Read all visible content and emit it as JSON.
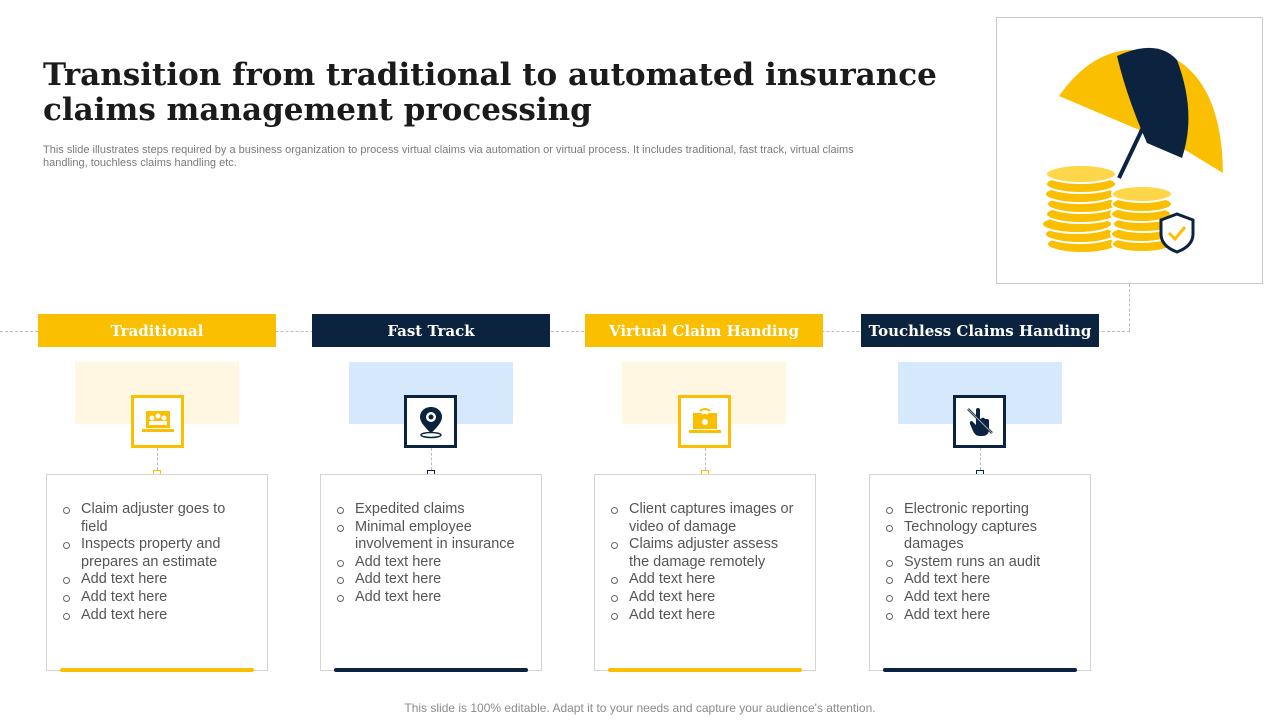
{
  "slide": {
    "title": "Transition from traditional to automated insurance claims management processing",
    "subtitle": "This slide illustrates steps required by a business organization to process virtual claims via automation or virtual process. It includes traditional, fast track, virtual claims handling, touchless claims handling etc.",
    "footer": "This slide is 100% editable. Adapt it to your needs and capture your audience's attention."
  },
  "colors": {
    "accent_yellow": "#f9bf00",
    "accent_navy": "#0c2340",
    "tint_cream": "#fff7e1",
    "tint_blue": "#d6e8fb"
  },
  "hero": {
    "icon": "umbrella-over-coins-with-shield-icon"
  },
  "stages": [
    {
      "title": "Traditional",
      "color": "yellow",
      "icon": "laptop-team-icon",
      "points": [
        "Claim adjuster goes to field",
        "Inspects property and prepares an estimate",
        "Add text here",
        "Add text here",
        "Add text here"
      ]
    },
    {
      "title": "Fast Track",
      "color": "navy",
      "icon": "location-pin-icon",
      "points": [
        "Expedited claims",
        "Minimal employee involvement in insurance",
        "Add text here",
        "Add text here",
        "Add text here"
      ]
    },
    {
      "title": "Virtual Claim Handing",
      "color": "yellow",
      "icon": "laptop-wireless-icon",
      "points": [
        "Client captures images or video of damage",
        "Claims adjuster assess the damage remotely",
        "Add text here",
        "Add text here",
        "Add text here"
      ]
    },
    {
      "title": "Touchless Claims Handing",
      "color": "navy",
      "icon": "no-touch-hand-icon",
      "points": [
        "Electronic reporting",
        "Technology captures damages",
        "System runs an audit",
        "Add text here",
        "Add text here",
        "Add text here"
      ]
    }
  ]
}
